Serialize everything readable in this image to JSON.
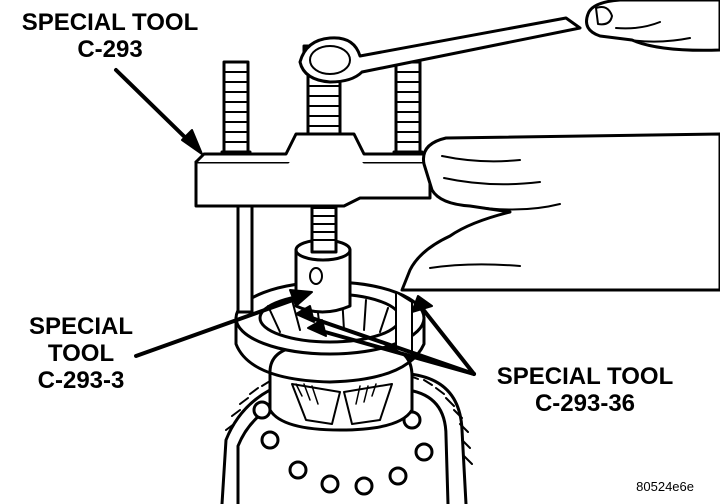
{
  "labels": {
    "tool_c293": {
      "line1": "SPECIAL TOOL",
      "line2": "C-293"
    },
    "tool_c293_3": {
      "line1": "SPECIAL",
      "line2": "TOOL",
      "line3": "C-293-3"
    },
    "tool_c293_36": {
      "line1": "SPECIAL TOOL",
      "line2": "C-293-36"
    }
  },
  "figure_code": "80524e6e",
  "colors": {
    "ink": "#000000",
    "paper": "#ffffff"
  }
}
